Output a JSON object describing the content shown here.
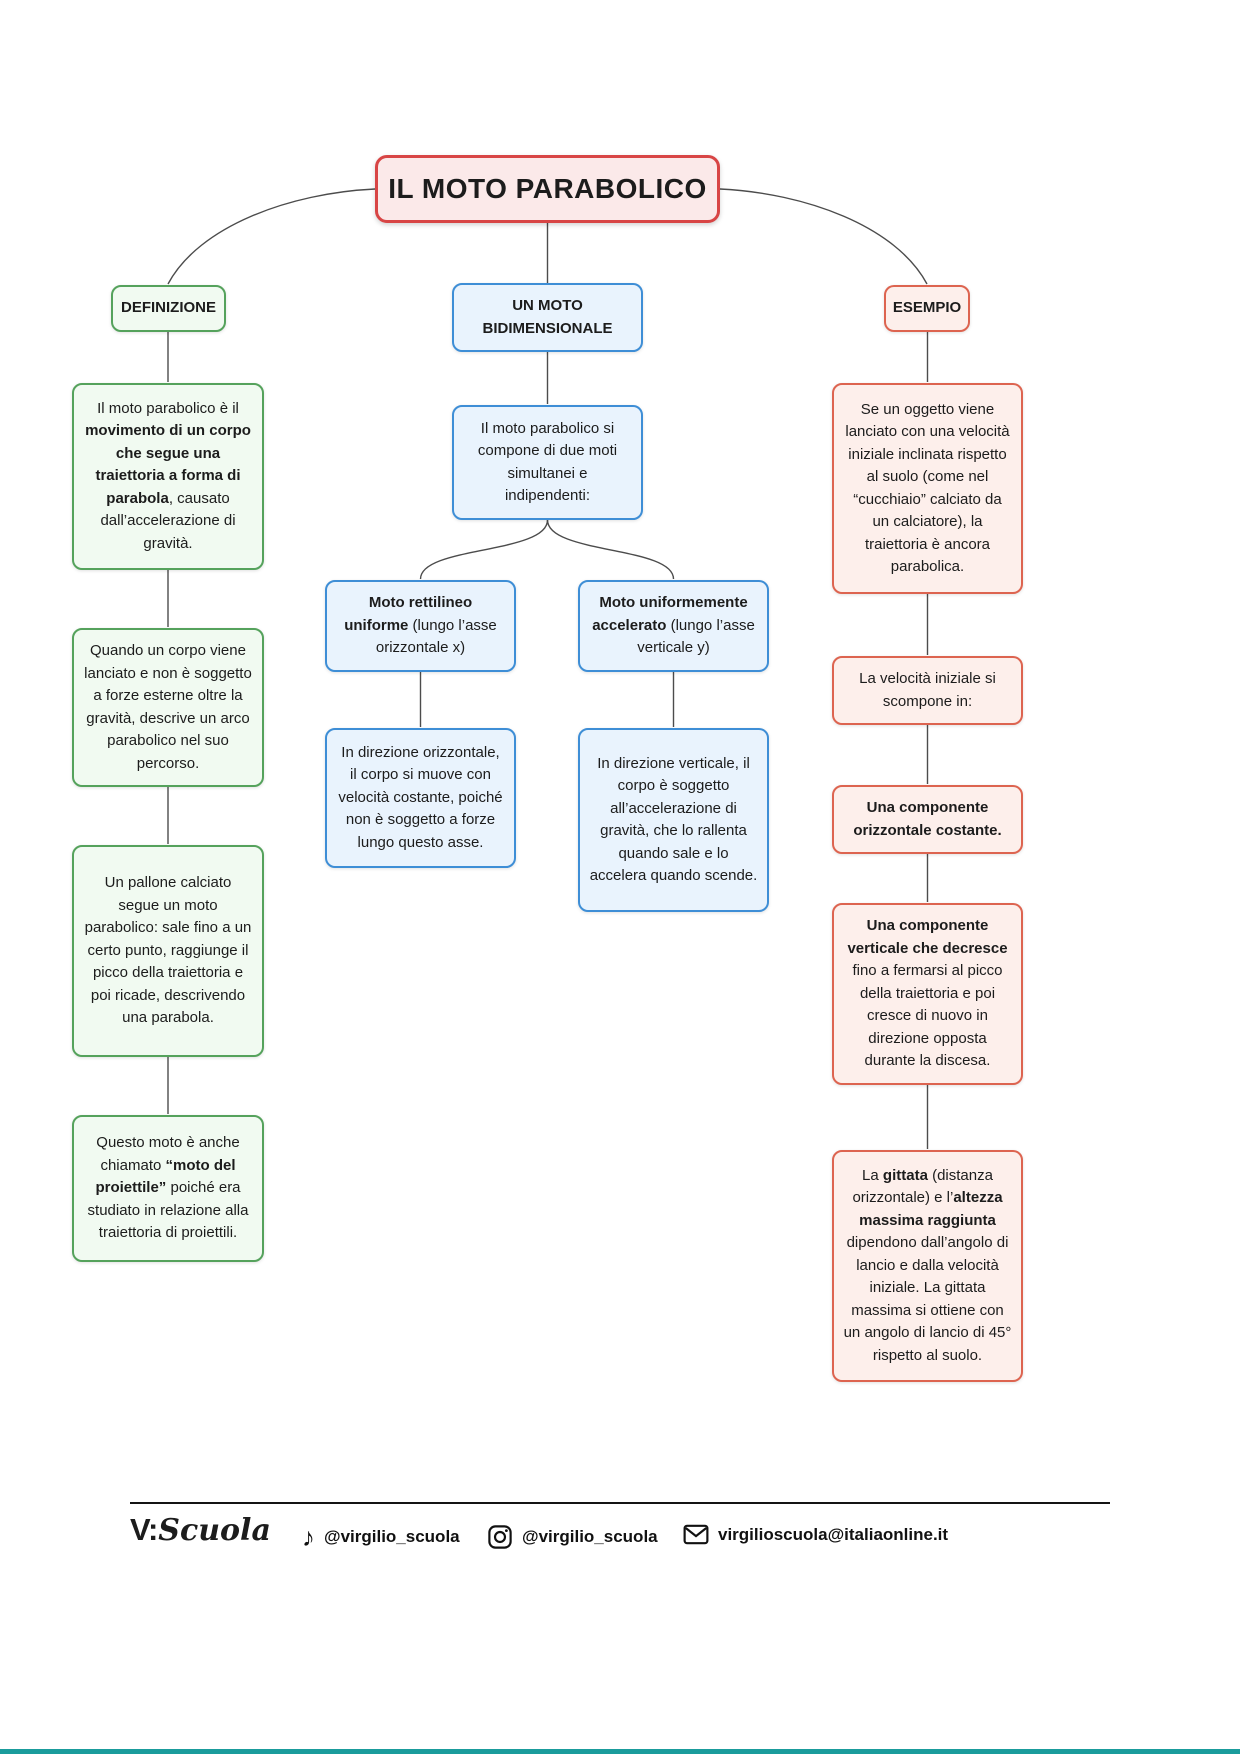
{
  "title": "IL MOTO PARABOLICO",
  "colors": {
    "title_border": "#d84545",
    "title_bg": "#fbe9e9",
    "green_border": "#55a25c",
    "green_bg": "#f1faf1",
    "blue_border": "#3e8ed6",
    "blue_bg": "#e9f3fd",
    "red_border": "#dd6450",
    "red_bg": "#fdefeb",
    "connector_line": "#4c4c4c",
    "bottom_accent": "#1a9c9c"
  },
  "definizione": {
    "header": "DEFINIZIONE",
    "box1": {
      "s1": "Il moto parabolico è il ",
      "b1": "movimento di un corpo che segue una traiettoria a forma di parabola",
      "s2": ", causato dall’accelerazione di gravità."
    },
    "box2": "Quando un corpo viene lanciato e non è soggetto a forze esterne oltre la gravità, descrive un arco parabolico nel suo percorso.",
    "box3": "Un pallone calciato segue un moto parabolico: sale fino a un certo punto, raggiunge il picco della traiettoria e poi ricade, descrivendo una parabola.",
    "box4": {
      "s1": "Questo moto è anche chiamato ",
      "b1": "“moto del proiettile”",
      "s2": " poiché era studiato in relazione alla traiettoria di proiettili."
    }
  },
  "bidimensionale": {
    "header": "UN MOTO BIDIMENSIONALE",
    "intro": "Il moto parabolico si compone di due moti simultanei e indipendenti:",
    "ramo_x": {
      "b1": "Moto rettilineo uniforme",
      "s1": " (lungo l’asse orizzontale x)"
    },
    "ramo_y": {
      "b1": "Moto uniformemente accelerato",
      "s1": " (lungo l’asse verticale y)"
    },
    "dettaglio_x": "In direzione orizzontale, il corpo si muove con velocità costante, poiché non è soggetto a forze lungo questo asse.",
    "dettaglio_y": "In direzione verticale, il corpo è soggetto all’accelerazione di gravità, che lo rallenta quando sale e lo accelera quando scende."
  },
  "esempio": {
    "header": "ESEMPIO",
    "box1": "Se un oggetto viene lanciato con una velocità iniziale inclinata rispetto al suolo (come nel “cucchiaio” calciato da un calciatore), la traiettoria è ancora parabolica.",
    "box2": "La velocità iniziale si scompone in:",
    "box3": "Una componente orizzontale costante.",
    "box4": {
      "b1": "Una componente verticale che decresce",
      "s1": " fino a fermarsi al picco della traiettoria e poi cresce di nuovo in direzione opposta durante la discesa."
    },
    "box5": {
      "s1": "La ",
      "b1": "gittata",
      "s2": " (distanza orizzontale) e l’",
      "b2": "altezza massima raggiunta",
      "s3": " dipendono dall’angolo di lancio e dalla velocità iniziale. La gittata massima si ottiene con un angolo di lancio di 45° rispetto al suolo."
    }
  },
  "footer": {
    "brand_prefix": "V:",
    "brand_name": "Scuola",
    "tiktok_icon": "♪",
    "tiktok_handle": "@virgilio_scuola",
    "instagram_handle": "@virgilio_scuola",
    "email": "virgilioscuola@italiaonline.it"
  }
}
